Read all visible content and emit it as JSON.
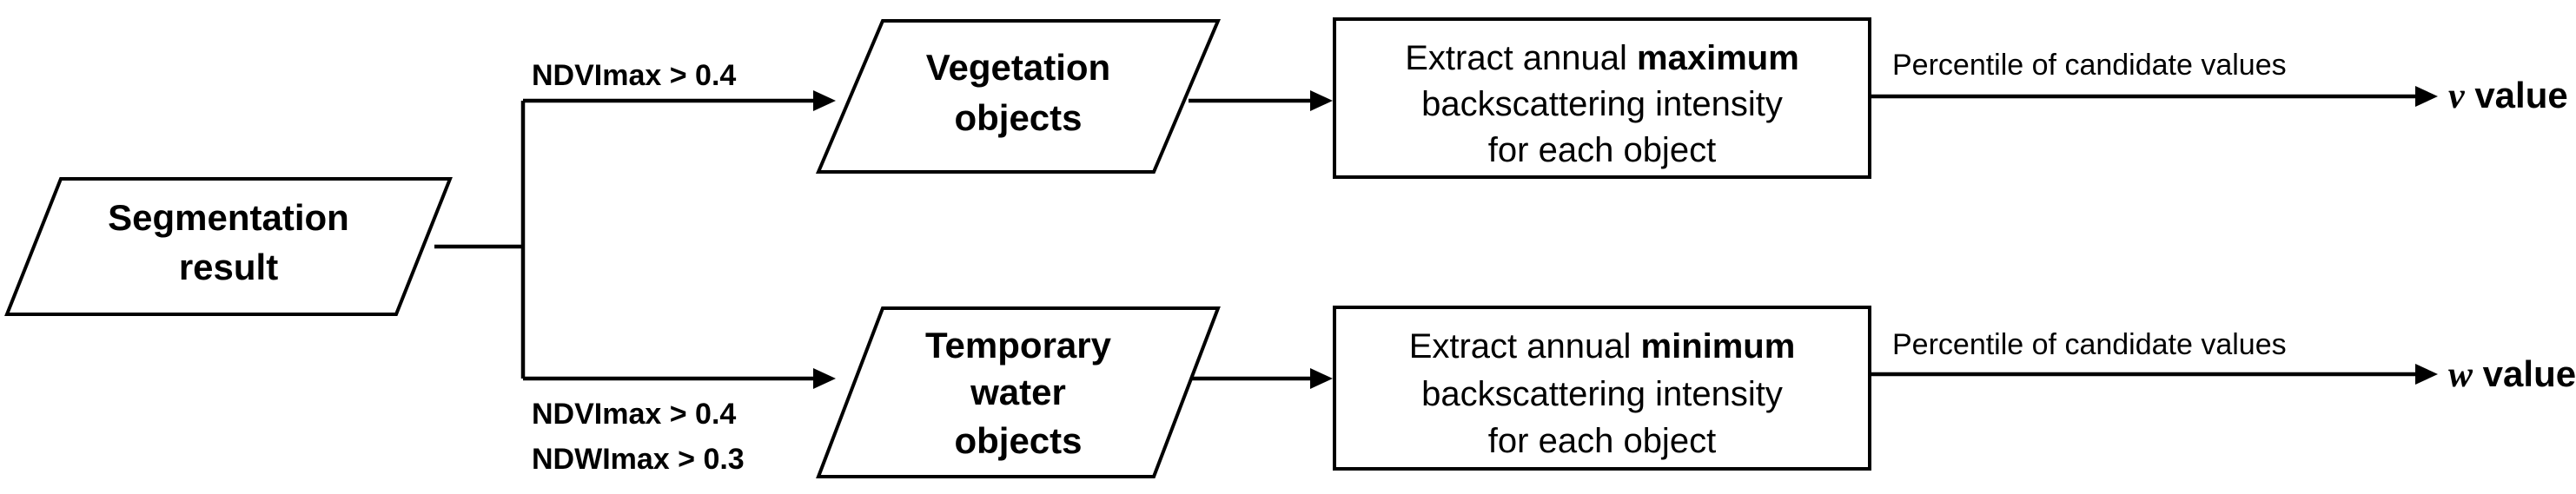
{
  "nodes": {
    "segmentation": {
      "line1": "Segmentation",
      "line2": "result"
    },
    "vegetation": {
      "line1": "Vegetation",
      "line2": "objects"
    },
    "water": {
      "line1": "Temporary",
      "line2": "water",
      "line3": "objects"
    },
    "extract_max": {
      "line1_prefix": "Extract annual ",
      "line1_bold": "maximum",
      "line2": "backscattering intensity",
      "line3": "for each object"
    },
    "extract_min": {
      "line1_prefix": "Extract annual ",
      "line1_bold": "minimum",
      "line2": "backscattering intensity",
      "line3": "for each object"
    }
  },
  "conditions": {
    "vegetation": "NDVImax > 0.4",
    "water_line1": "NDVImax > 0.4",
    "water_line2": "NDWImax > 0.3"
  },
  "edges": {
    "percentile_top": "Percentile of candidate values",
    "percentile_bottom": "Percentile of candidate values"
  },
  "outputs": {
    "v": {
      "symbol": "v",
      "label": " value"
    },
    "w": {
      "symbol": "w",
      "label": " value"
    }
  }
}
